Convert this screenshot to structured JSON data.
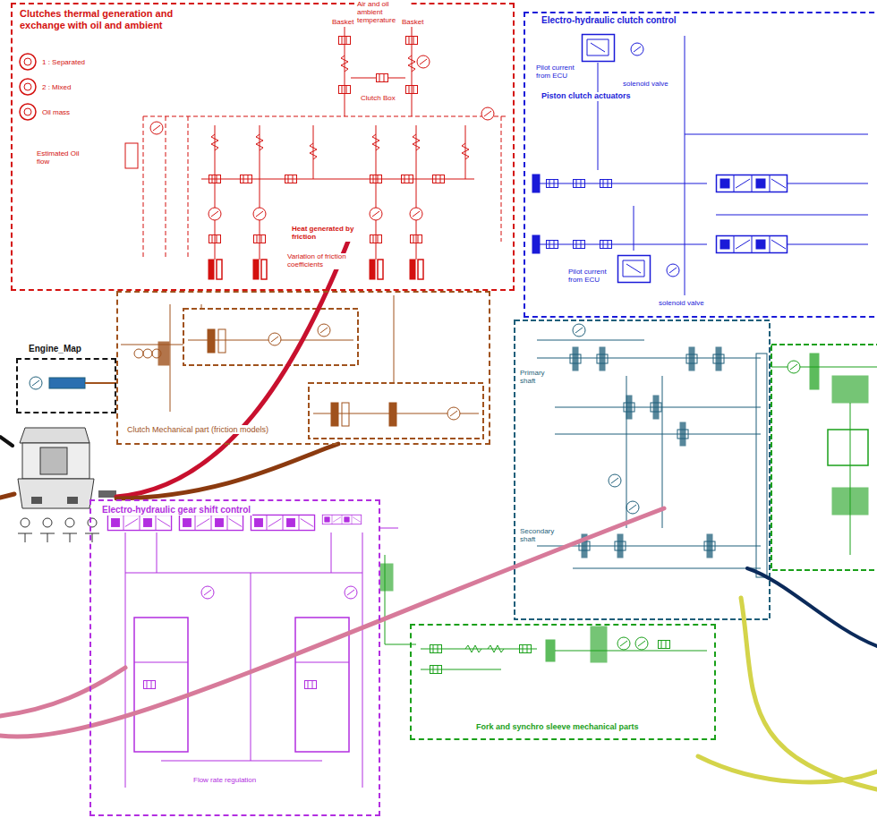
{
  "diagram": {
    "nodes": [
      {
        "text": [
          "Clutches thermal generation and exchange with oil and ambient"
        ]
      },
      {
        "text": [
          "Electro-hydraulic clutch control"
        ]
      },
      {
        "text": [
          "Engine_Map"
        ]
      },
      {
        "text": [
          "Clutch Mechanical part (friction models)"
        ]
      },
      {
        "text": [
          "Electro-hydraulic gear shift control"
        ]
      },
      {
        "text": [
          "Fork and synchro sleeve mechanical parts"
        ]
      }
    ],
    "labels": [
      "Basket",
      "Air and oil ambient temperature",
      "Basket",
      "Clutch Box",
      "Estimated Oil flow",
      "Heat generated by friction",
      "Variation of friction coefficients",
      "Piston clutch actuators",
      "Pilot current from ECU",
      "Pilot current from ECU",
      "solenoid valve",
      "solenoid valve",
      "Primary shaft",
      "Secondary shaft",
      "Flow rate regulation"
    ],
    "legend": [
      {
        "text": "1 : Separated"
      },
      {
        "text": "2 : Mixed"
      },
      {
        "text": "Oil mass"
      }
    ]
  }
}
